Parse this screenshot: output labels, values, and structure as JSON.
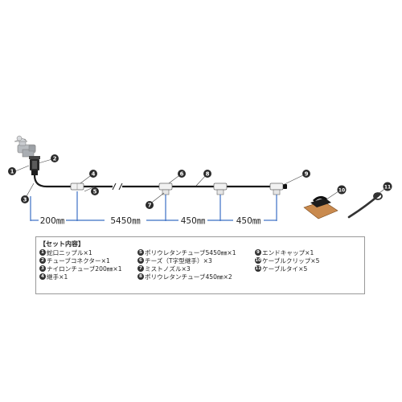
{
  "callouts": [
    "1",
    "2",
    "3",
    "4",
    "5",
    "6",
    "7",
    "8",
    "9",
    "10",
    "11"
  ],
  "dimensions": [
    "200㎜",
    "5450㎜",
    "450㎜",
    "450㎜"
  ],
  "parts_list": {
    "title": "【セット内容】",
    "items": [
      {
        "num": "1",
        "text": "蛇口ニップル×1"
      },
      {
        "num": "2",
        "text": "チューブコネクター×1"
      },
      {
        "num": "3",
        "text": "ナイロンチューブ200㎜×1"
      },
      {
        "num": "4",
        "text": "継手×1"
      },
      {
        "num": "5",
        "text": "ポリウレタンチューブ5450㎜×1"
      },
      {
        "num": "6",
        "text": "チーズ（T字型継手）×3"
      },
      {
        "num": "7",
        "text": "ミストノズル×3"
      },
      {
        "num": "8",
        "text": "ポリウレタンチューブ450㎜×2"
      },
      {
        "num": "9",
        "text": "エンドキャップ×1"
      },
      {
        "num": "10",
        "text": "ケーブルクリップ×5"
      },
      {
        "num": "11",
        "text": "ケーブルタイ×5"
      }
    ]
  }
}
